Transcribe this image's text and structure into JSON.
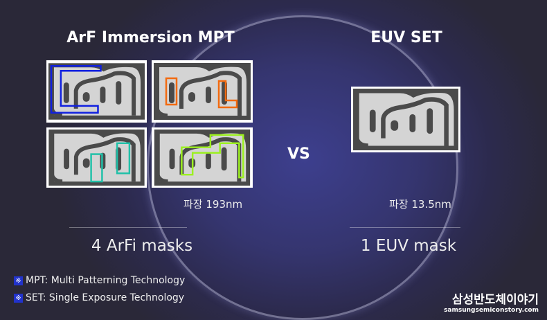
{
  "left": {
    "title": "ArF Immersion MPT",
    "wavelength": "파장 193nm",
    "masks": "4 ArFi masks"
  },
  "vs": "VS",
  "right": {
    "title": "EUV SET",
    "wavelength": "파장 13.5nm",
    "masks": "1 EUV mask"
  },
  "notes": [
    {
      "mark": "※",
      "text": "MPT: Multi Patterning Technology"
    },
    {
      "mark": "※",
      "text": "SET: Single Exposure Technology"
    }
  ],
  "logo": {
    "name": "삼성반도체이야기",
    "url": "samsungsemiconstory.com"
  },
  "colors": {
    "mask1": "#1020e0",
    "mask2": "#f26a10",
    "mask3": "#20c0a8",
    "mask4": "#9cf020"
  }
}
